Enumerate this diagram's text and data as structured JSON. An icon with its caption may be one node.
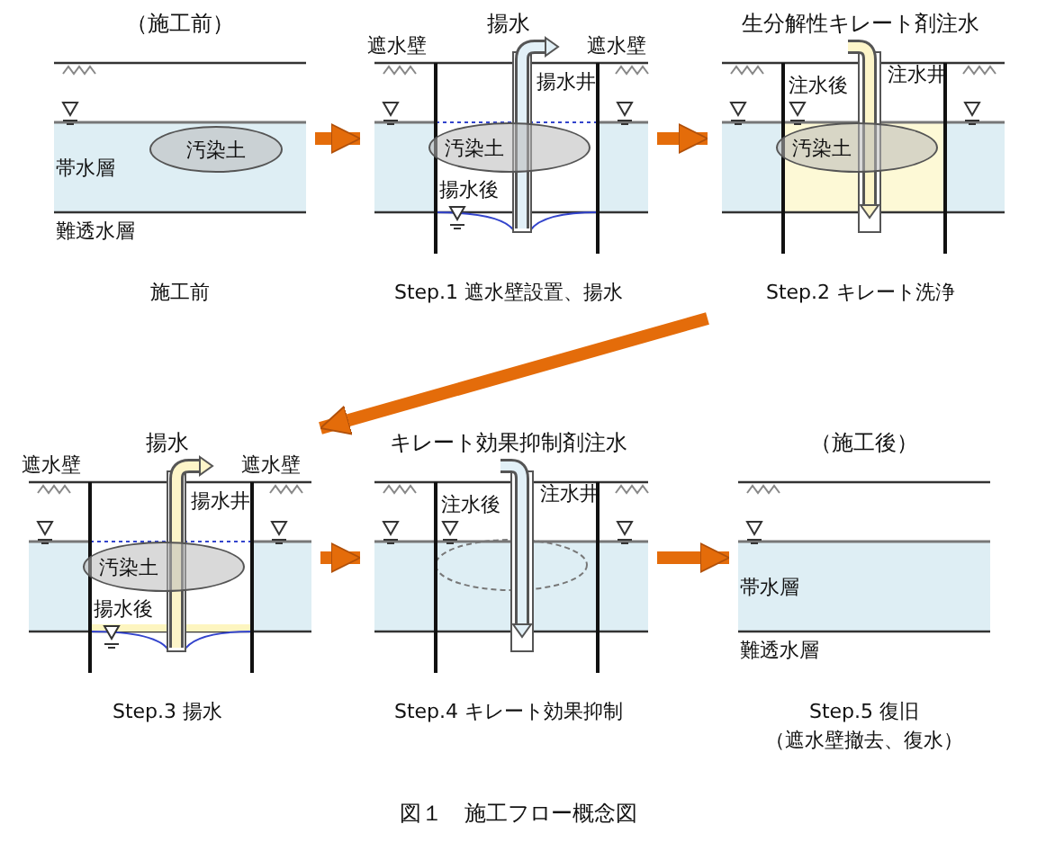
{
  "diagram": {
    "caption": "図１　施工フロー概念図",
    "nodes": [
      {
        "text": [
          "（施工前）"
        ],
        "beside": [
          "施工前"
        ]
      },
      {
        "text": [
          "汚染土"
        ],
        "in": 0
      },
      {
        "text": [
          "揚水"
        ],
        "beside": [
          "Step.1 遮水壁設置、揚水"
        ]
      },
      {
        "text": [
          "汚染土"
        ],
        "in": 2
      },
      {
        "text": [
          "生分解性キレート剤注水"
        ],
        "beside": [
          "Step.2 キレート洗浄"
        ]
      },
      {
        "text": [
          "汚染土"
        ],
        "in": 4
      },
      {
        "text": [
          "揚水"
        ],
        "beside": [
          "Step.3 揚水"
        ]
      },
      {
        "text": [
          "汚染土"
        ],
        "in": 6
      },
      {
        "text": [
          "キレート効果抑制剤注水"
        ],
        "beside": [
          "Step.4 キレート効果抑制"
        ]
      },
      {
        "text": [
          "（施工後）"
        ],
        "beside": [
          "Step.5 復旧",
          "（遮水壁撤去、復水）"
        ]
      }
    ],
    "edges": [
      {
        "from": 0,
        "to": 2,
        "arrow": "to"
      },
      {
        "from": 2,
        "to": 4,
        "arrow": "to"
      },
      {
        "from": 4,
        "to": 6,
        "arrow": "to"
      },
      {
        "from": 6,
        "to": 8,
        "arrow": "to"
      },
      {
        "from": 8,
        "to": 9,
        "arrow": "to"
      }
    ],
    "labels": [
      "帯水層",
      "難透水層",
      "遮水壁",
      "遮水壁",
      "揚水井",
      "揚水後",
      "注水後",
      "注水井",
      "遮水壁",
      "遮水壁",
      "揚水井",
      "揚水後",
      "注水後",
      "注水井",
      "帯水層",
      "難透水層"
    ]
  }
}
